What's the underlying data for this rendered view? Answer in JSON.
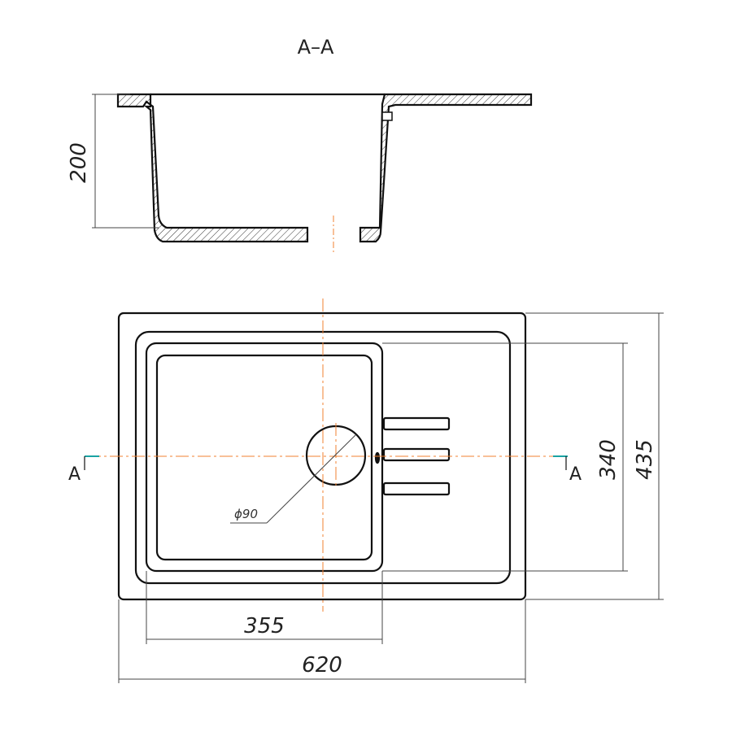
{
  "title": "A–A",
  "section_marks": {
    "left": "A",
    "right": "A"
  },
  "dimensions": {
    "depth": "200",
    "bowl_width": "355",
    "overall_width": "620",
    "bowl_length": "340",
    "overall_length": "435",
    "drain_diameter": "ϕ90"
  },
  "colors": {
    "line": "#111111",
    "centerline": "#f08030",
    "section_mark": "#1aa3a3",
    "dimension": "#444444"
  }
}
